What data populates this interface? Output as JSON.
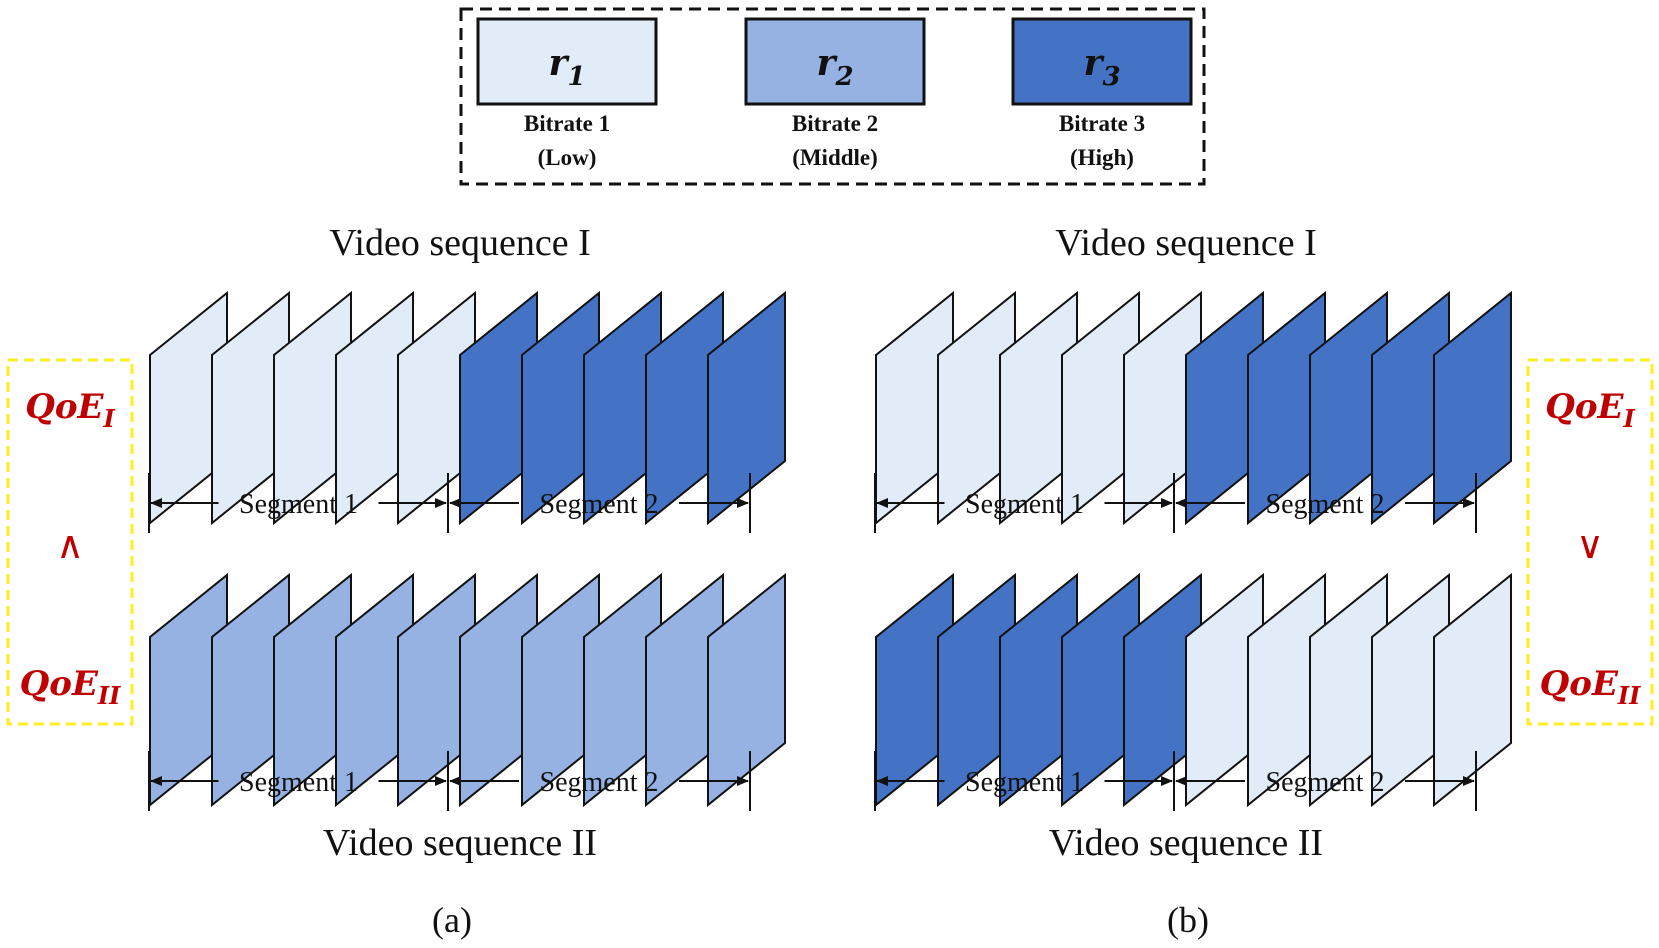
{
  "colors": {
    "r1": "#e2ebf8",
    "r2": "#95b2e3",
    "r3": "#4472c4",
    "qoe_text": "#c00000",
    "qoe_box": "#ffee22"
  },
  "legend": [
    {
      "key": "r1",
      "sym": "r",
      "sub": "1",
      "label": "Bitrate 1",
      "level": "(Low)"
    },
    {
      "key": "r2",
      "sym": "r",
      "sub": "2",
      "label": "Bitrate 2",
      "level": "(Middle)"
    },
    {
      "key": "r3",
      "sym": "r",
      "sub": "3",
      "label": "Bitrate 3",
      "level": "(High)"
    }
  ],
  "panels": [
    {
      "label": "(a)",
      "sequences": [
        {
          "title": "Video sequence I",
          "frames": [
            "r1",
            "r1",
            "r1",
            "r1",
            "r1",
            "r3",
            "r3",
            "r3",
            "r3",
            "r3"
          ],
          "segments": [
            "Segment 1",
            "Segment 2"
          ]
        },
        {
          "title": "Video sequence II",
          "frames": [
            "r2",
            "r2",
            "r2",
            "r2",
            "r2",
            "r2",
            "r2",
            "r2",
            "r2",
            "r2"
          ],
          "segments": [
            "Segment 1",
            "Segment 2"
          ]
        }
      ],
      "qoe": {
        "top": {
          "base": "QoE",
          "sub": "I"
        },
        "op": "∧",
        "bottom": {
          "base": "QoE",
          "sub": "II"
        }
      }
    },
    {
      "label": "(b)",
      "sequences": [
        {
          "title": "Video sequence I",
          "frames": [
            "r1",
            "r1",
            "r1",
            "r1",
            "r1",
            "r3",
            "r3",
            "r3",
            "r3",
            "r3"
          ],
          "segments": [
            "Segment 1",
            "Segment 2"
          ]
        },
        {
          "title": "Video sequence II",
          "frames": [
            "r3",
            "r3",
            "r3",
            "r3",
            "r3",
            "r1",
            "r1",
            "r1",
            "r1",
            "r1"
          ],
          "segments": [
            "Segment 1",
            "Segment 2"
          ]
        }
      ],
      "qoe": {
        "top": {
          "base": "QoE",
          "sub": "I"
        },
        "op": "∨",
        "bottom": {
          "base": "QoE",
          "sub": "II"
        }
      }
    }
  ]
}
